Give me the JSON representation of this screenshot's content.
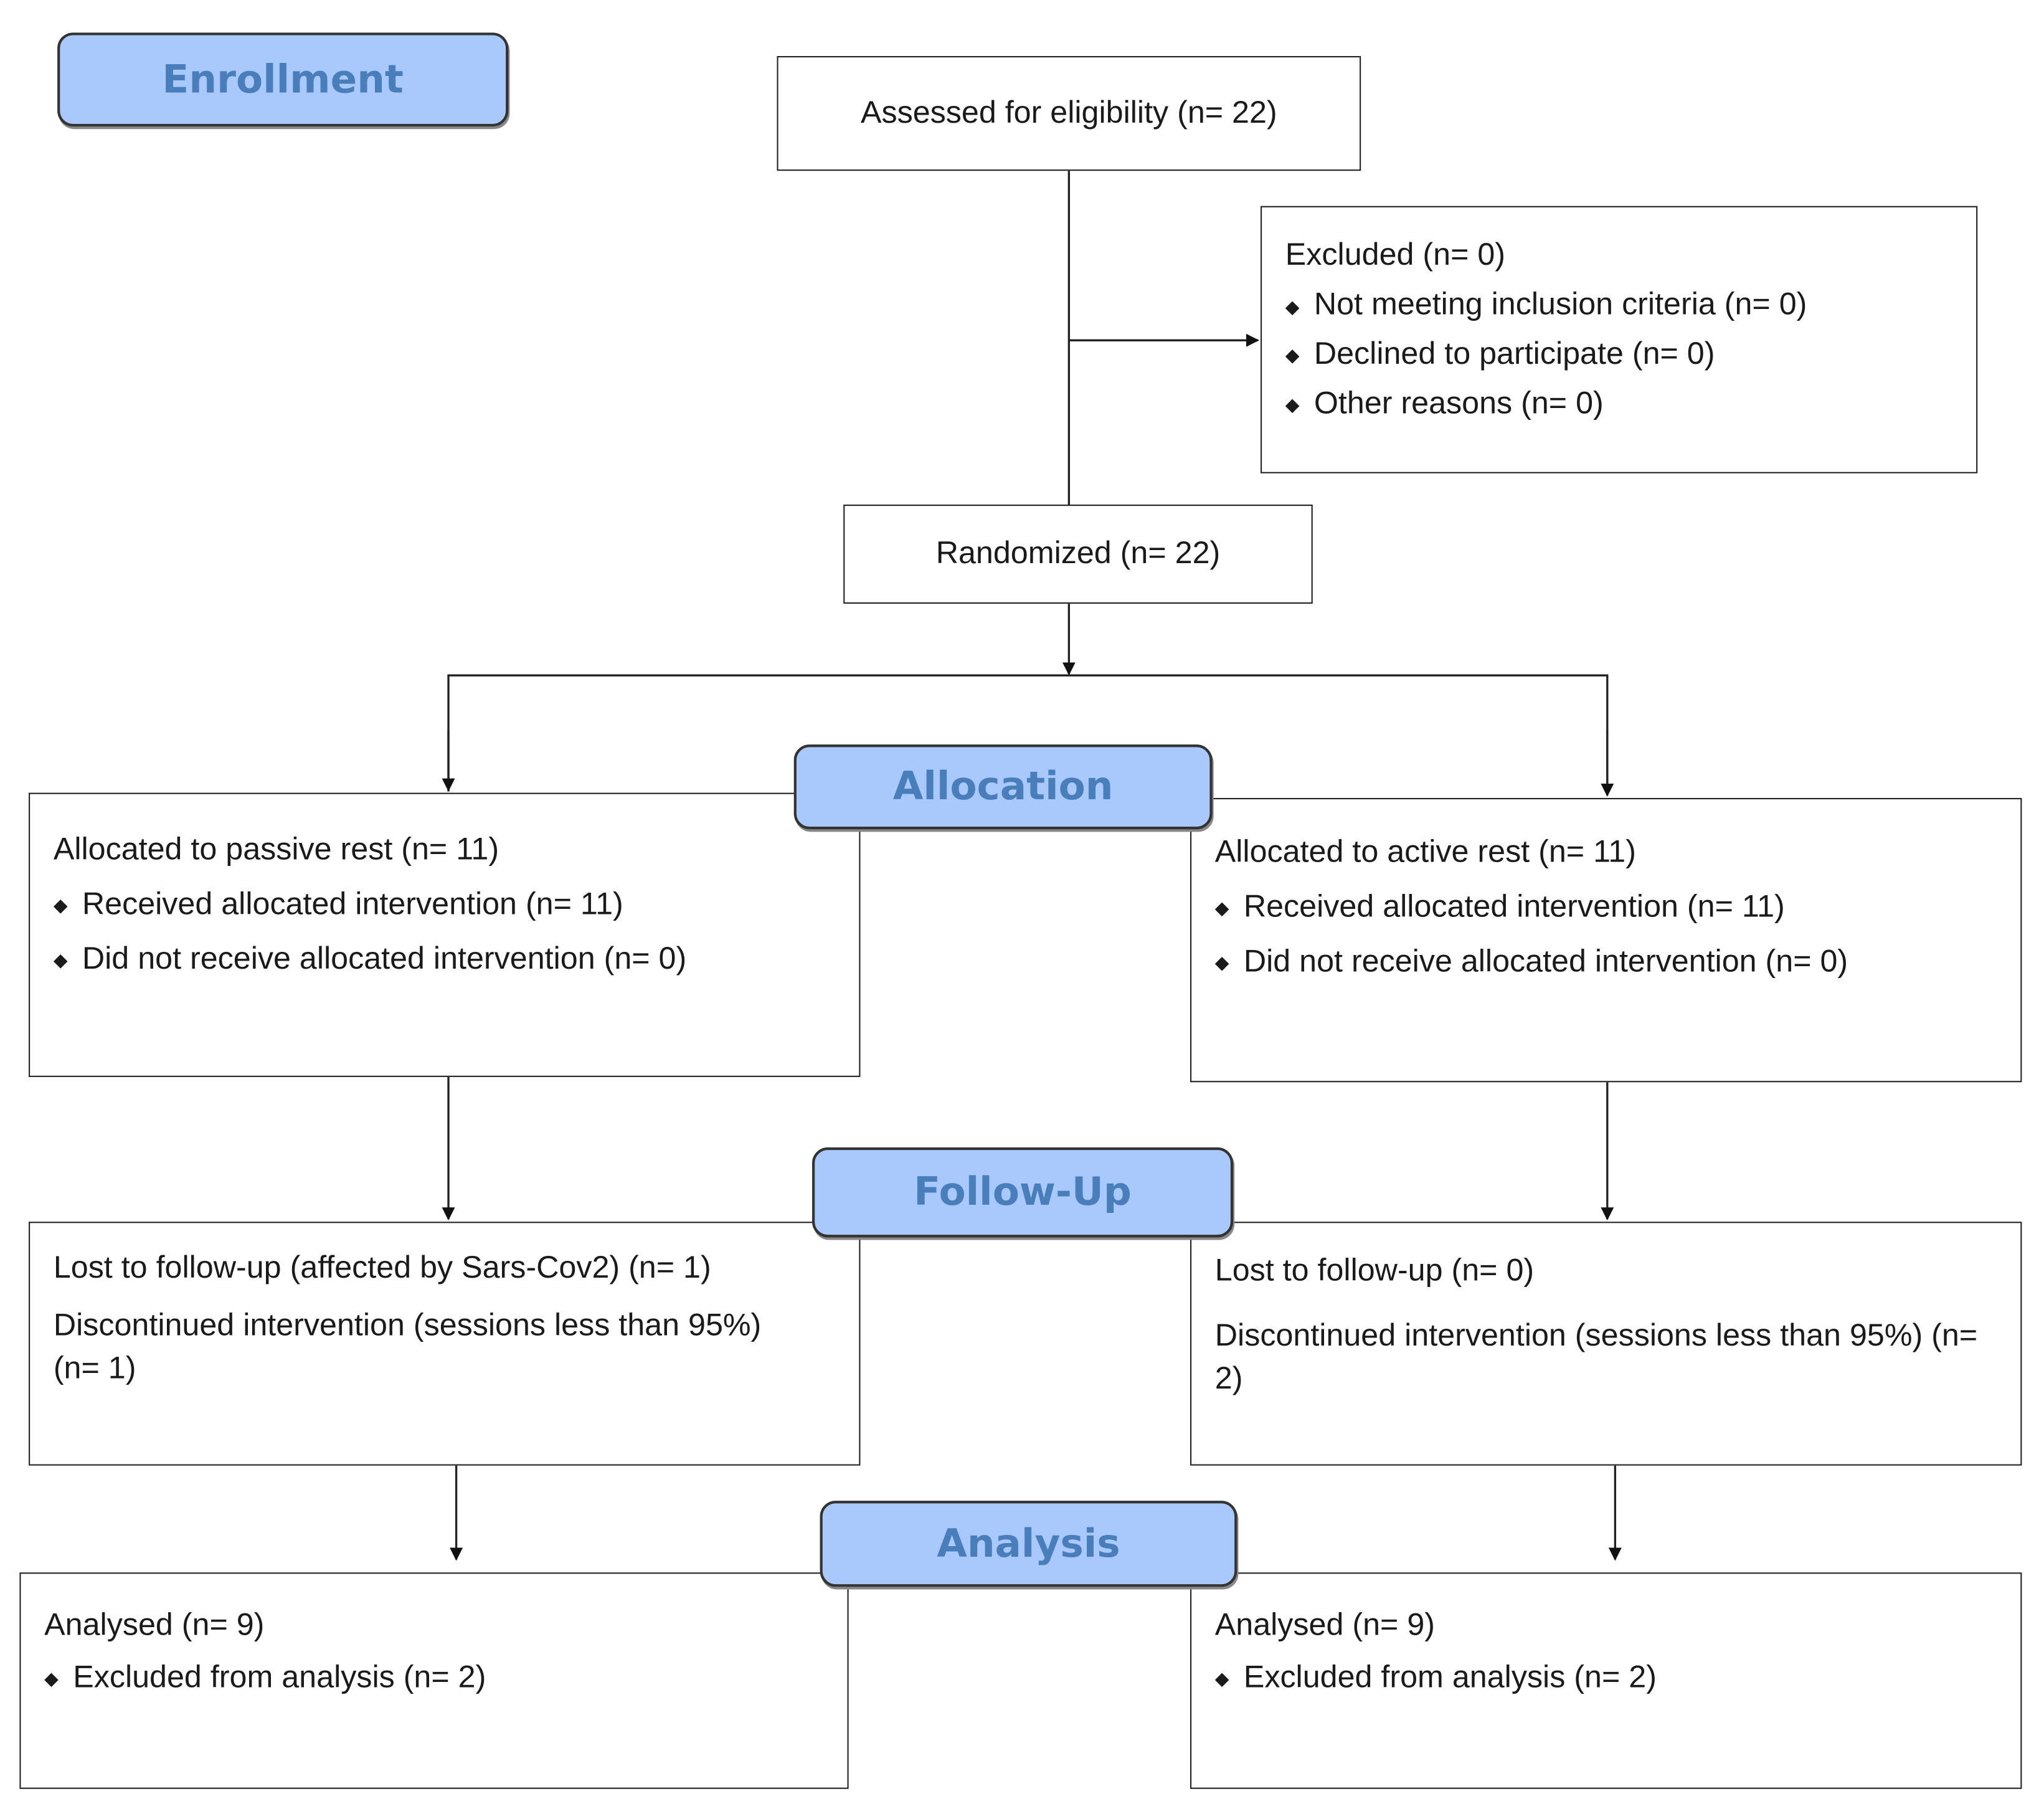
{
  "stages": {
    "enrollment": "Enrollment",
    "allocation": "Allocation",
    "follow_up": "Follow-Up",
    "analysis": "Analysis"
  },
  "assessed": "Assessed for eligibility (n= 22)",
  "excluded": {
    "title": "Excluded  (n= 0)",
    "items": [
      "Not meeting inclusion criteria (n= 0)",
      "Declined to participate (n= 0)",
      "Other reasons (n= 0)"
    ]
  },
  "randomized": "Randomized (n= 22)",
  "allocation": {
    "left": {
      "title": "Allocated to passive rest (n= 11)",
      "items": [
        "Received allocated intervention (n= 11)",
        "Did not receive allocated intervention (n= 0)"
      ]
    },
    "right": {
      "title": "Allocated to active rest (n= 11)",
      "items": [
        "Received allocated intervention (n= 11)",
        "Did not receive allocated intervention  (n= 0)"
      ]
    }
  },
  "follow_up": {
    "left": {
      "lost": "Lost to follow-up (affected by Sars-Cov2) (n= 1)",
      "discontinued": "Discontinued intervention  (sessions less than 95%)(n= 1)"
    },
    "right": {
      "lost": "Lost to follow-up  (n= 0)",
      "discontinued": "Discontinued intervention (sessions less than 95%) (n= 2)"
    }
  },
  "analysis": {
    "left": {
      "title": "Analysed  (n= 9)",
      "items": [
        "Excluded from analysis (n= 2)"
      ]
    },
    "right": {
      "title": "Analysed  (n= 9)",
      "items": [
        "Excluded from analysis (n= 2)"
      ]
    }
  },
  "colors": {
    "stage_fill": "#a9c8fb",
    "stage_text": "#4a7ebb"
  },
  "bullet_icon": "diamond"
}
